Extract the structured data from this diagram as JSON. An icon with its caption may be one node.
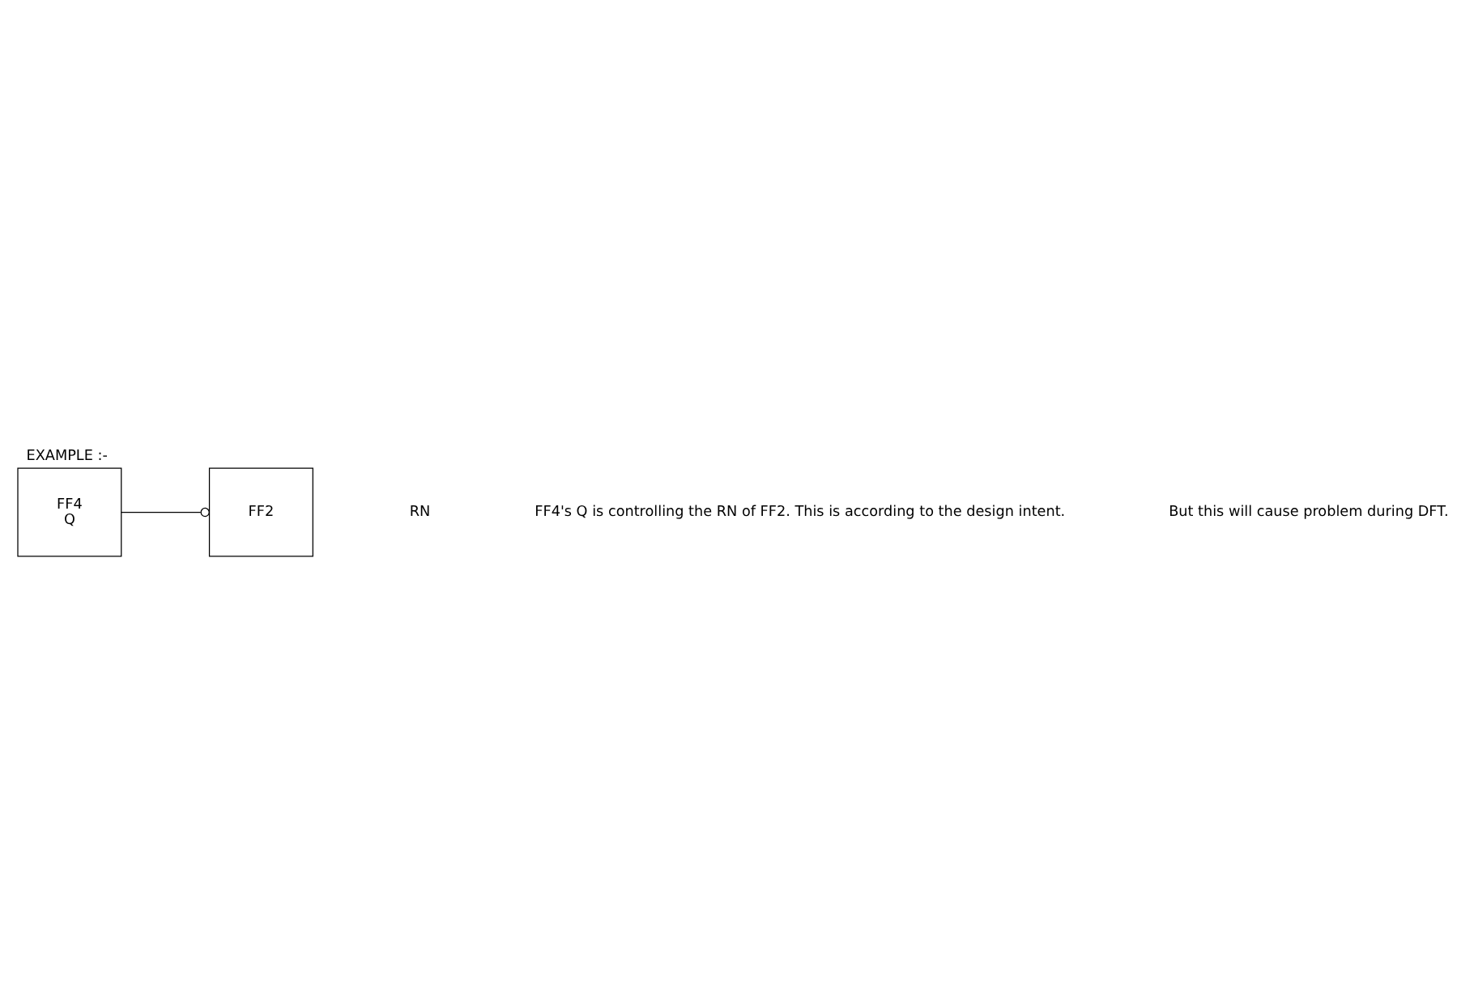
{
  "diagram": {
    "title": "EXAMPLE :-",
    "nodes": [
      {
        "text": [
          "FF4",
          "Q"
        ]
      },
      {
        "text": [
          "FF2"
        ]
      }
    ],
    "edges": [
      {
        "from": 0,
        "to": 1,
        "arrow": "other"
      }
    ],
    "labels": [
      "RN",
      "FF4's Q is controlling the RN of FF2. This is according to the design intent.",
      "But this will cause problem during DFT."
    ]
  }
}
